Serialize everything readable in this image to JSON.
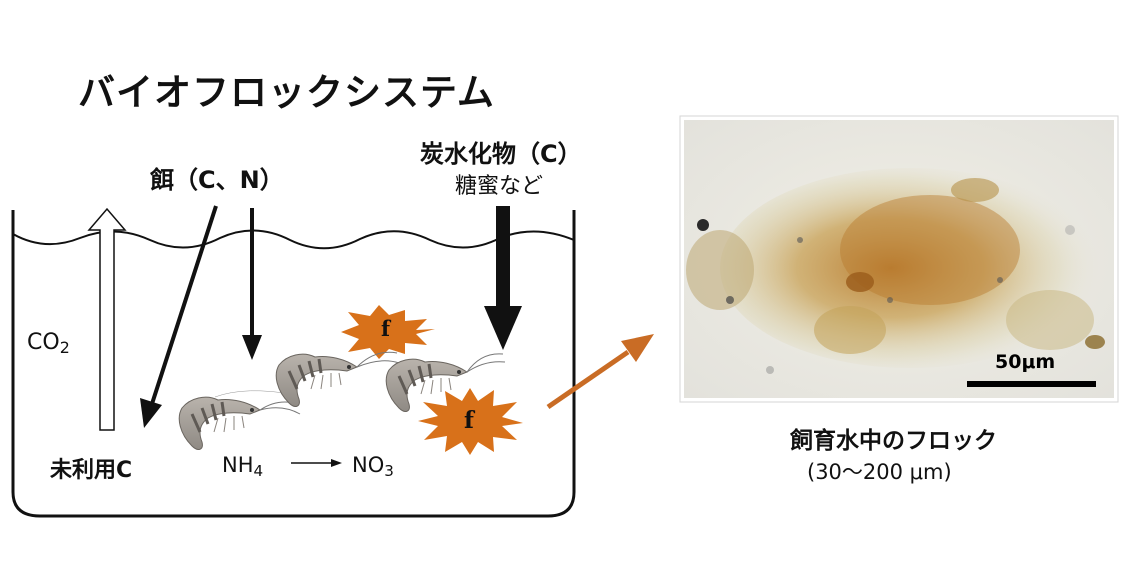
{
  "title": "バイオフロックシステム",
  "feed_label": "餌（C、N）",
  "carbohydrate": {
    "label": "炭水化物（C）",
    "sub": "糖蜜など"
  },
  "co2": {
    "main": "CO",
    "sub": "2"
  },
  "unused_carbon": "未利用C",
  "nh4": {
    "main": "NH",
    "sub": "4"
  },
  "no3": {
    "main": "NO",
    "sub": "3"
  },
  "floc_marker": "f",
  "micrograph": {
    "scale_bar": "50μm",
    "caption": "飼育水中のフロック",
    "size_range": "(30〜200 μm)"
  },
  "colors": {
    "floc": "#d8711a",
    "arrow_orange": "#c96c25",
    "ink": "#111111"
  }
}
